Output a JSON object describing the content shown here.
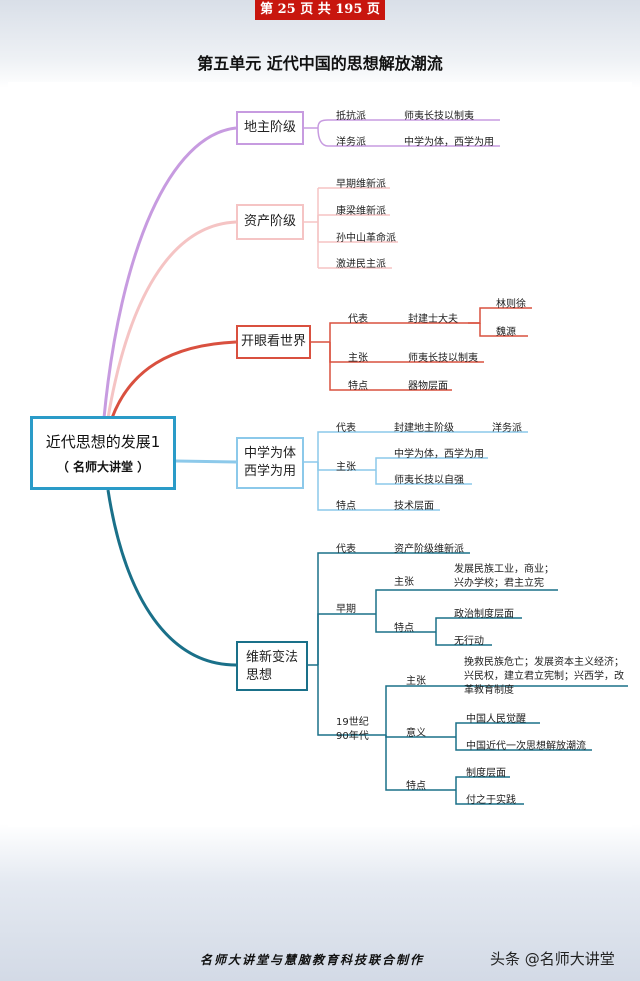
{
  "page_badge": "第 25 页 共 195 页",
  "title": "第五单元  近代中国的思想解放潮流",
  "root": {
    "title": "近代思想的发展1",
    "subtitle": "（ 名师大讲堂 ）"
  },
  "branches": {
    "dizhu": {
      "label": "地主阶级",
      "items": [
        {
          "label": "抵抗派",
          "detail": "师夷长技以制夷"
        },
        {
          "label": "洋务派",
          "detail": "中学为体，西学为用"
        }
      ]
    },
    "zichan": {
      "label": "资产阶级",
      "items": [
        "早期维新派",
        "康梁维新派",
        "孙中山革命派",
        "激进民主派"
      ]
    },
    "kaiyan": {
      "label": "开眼看世界",
      "daibiao": {
        "label": "代表",
        "value": "封建士大夫",
        "people": [
          "林则徐",
          "魏源"
        ]
      },
      "zhuzhang": {
        "label": "主张",
        "value": "师夷长技以制夷"
      },
      "tedian": {
        "label": "特点",
        "value": "器物层面"
      }
    },
    "zhongti": {
      "label": "中学为体西学为用",
      "daibiao": {
        "label": "代表",
        "value": "封建地主阶级",
        "extra": "洋务派"
      },
      "zhuzhang": {
        "label": "主张",
        "values": [
          "中学为体，西学为用",
          "师夷长技以自强"
        ]
      },
      "tedian": {
        "label": "特点",
        "value": "技术层面"
      }
    },
    "weixin": {
      "label": "维新变法思想",
      "daibiao": {
        "label": "代表",
        "value": "资产阶级维新派"
      },
      "early": {
        "label": "早期",
        "zhuzhang": {
          "label": "主张",
          "value": "发展民族工业，商业；兴办学校；君主立宪"
        },
        "tedian": {
          "label": "特点",
          "values": [
            "政治制度层面",
            "无行动"
          ]
        }
      },
      "late": {
        "label": "19世纪90年代",
        "zhuzhang": {
          "label": "主张",
          "value": "挽救民族危亡；发展资本主义经济；兴民权，建立君立宪制；兴西学，改革教育制度"
        },
        "yiyi": {
          "label": "意义",
          "values": [
            "中国人民觉醒",
            "中国近代一次思想解放潮流"
          ]
        },
        "tedian": {
          "label": "特点",
          "values": [
            "制度层面",
            "付之于实践"
          ]
        }
      }
    }
  },
  "footer": "名师大讲堂与慧脑教育科技联合制作",
  "watermark": "头条 @名师大讲堂",
  "colors": {
    "dizhu": "#c79be0",
    "zichan": "#f5c4c4",
    "kaiyan": "#d9503f",
    "zhongti": "#8cc9ea",
    "weixin": "#1a7089",
    "root": "#2a9bc8"
  }
}
